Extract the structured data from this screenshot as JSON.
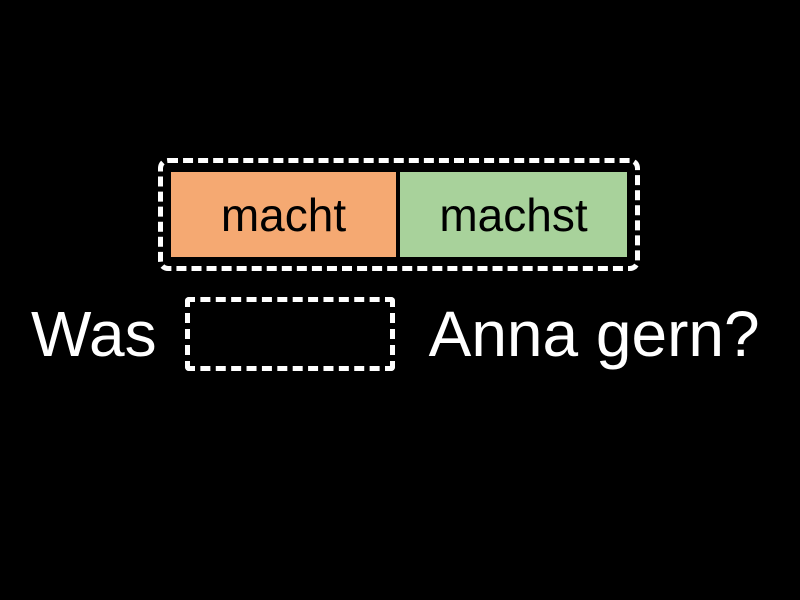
{
  "background_color": "#000000",
  "exercise": {
    "type": "fill-in-the-blank-drag-drop",
    "language": "de",
    "word_bank": {
      "tiles": [
        {
          "label": "macht",
          "color": "#f5a972",
          "text_color": "#000000"
        },
        {
          "label": "machst",
          "color": "#a8d29b",
          "text_color": "#000000"
        }
      ]
    },
    "sentence": {
      "prefix": "Was",
      "blank_value": "",
      "blank_placeholder": "",
      "suffix": "Anna gern?",
      "text_color": "#ffffff"
    }
  }
}
